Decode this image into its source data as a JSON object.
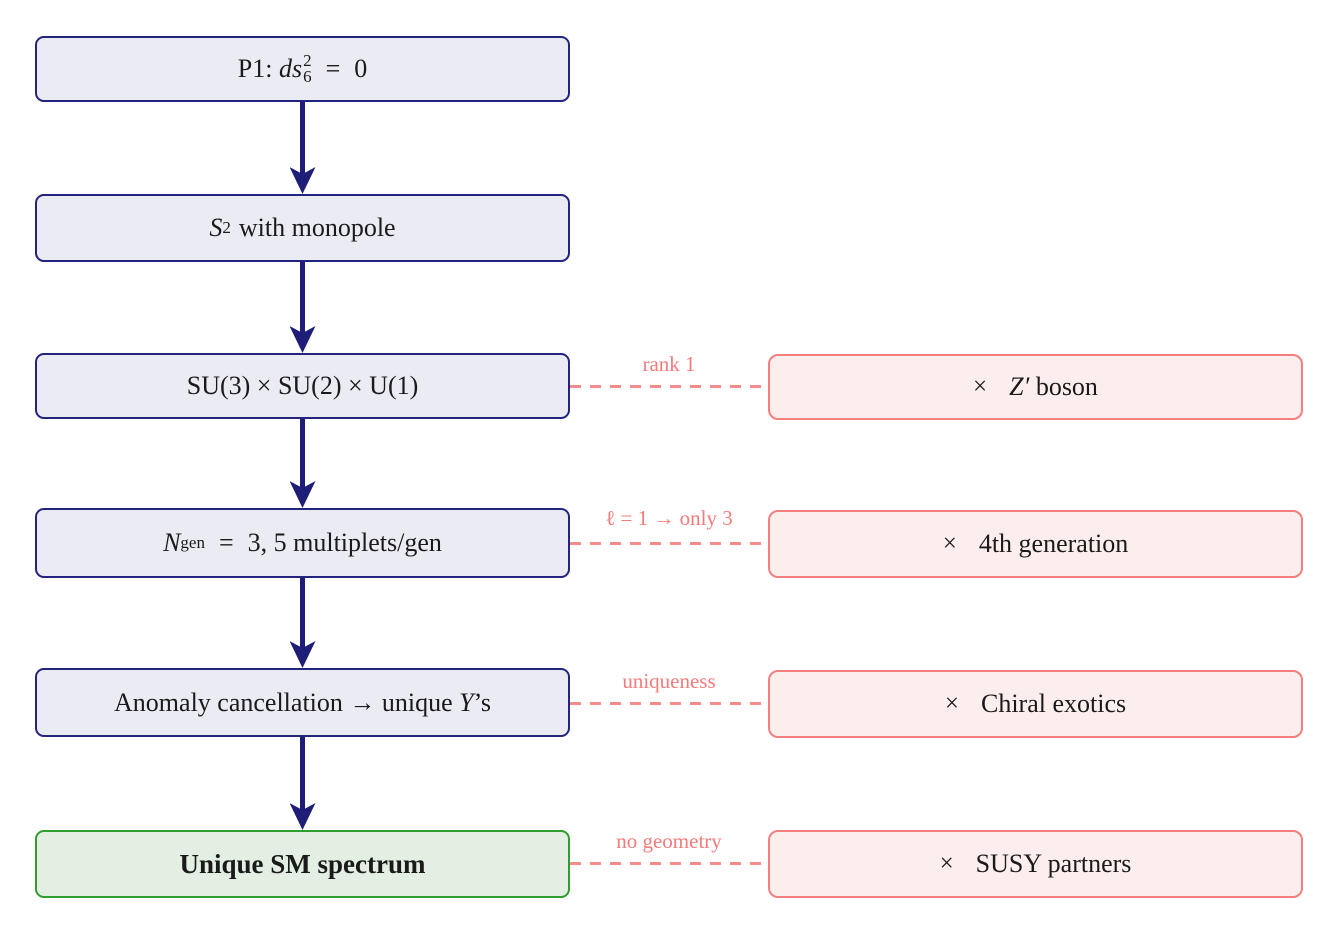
{
  "diagram": {
    "main_chain": {
      "node1": {
        "prefix": "P1:",
        "math_var": "ds",
        "sup": "2",
        "sub": "6",
        "eq": "=",
        "val": "0"
      },
      "node2": {
        "math_var": "S",
        "sup": "2",
        "rest": "with monopole"
      },
      "node3": {
        "text": "SU(3) × SU(2) × U(1)"
      },
      "node4": {
        "math_var": "N",
        "sub": "gen",
        "eq": "=",
        "rest": "3, 5 multiplets/gen"
      },
      "node5": {
        "pre": "Anomaly cancellation → unique",
        "math_var": "Y",
        "post": "’s"
      },
      "node6": {
        "text": "Unique SM spectrum"
      }
    },
    "exclusions": [
      {
        "label": "rank 1",
        "cross": "×",
        "math_var": "Z′",
        "text": "boson"
      },
      {
        "label": "ℓ = 1 → only 3",
        "cross": "×",
        "math_var": "",
        "text": "4th generation"
      },
      {
        "label": "uniqueness",
        "cross": "×",
        "math_var": "",
        "text": "Chiral exotics"
      },
      {
        "label": "no geometry",
        "cross": "×",
        "math_var": "",
        "text": "SUSY partners"
      }
    ],
    "colors": {
      "chain_border": "#24247f",
      "chain_fill": "#ebebf3",
      "arrow": "#1e1e78",
      "final_border": "#2f9e2f",
      "final_fill": "#e2efe2",
      "excluded_border": "#f57f7f",
      "excluded_fill": "#fdeeee",
      "dash_line": "#f58c8c",
      "dash_label_text": "#f57a7a"
    }
  }
}
